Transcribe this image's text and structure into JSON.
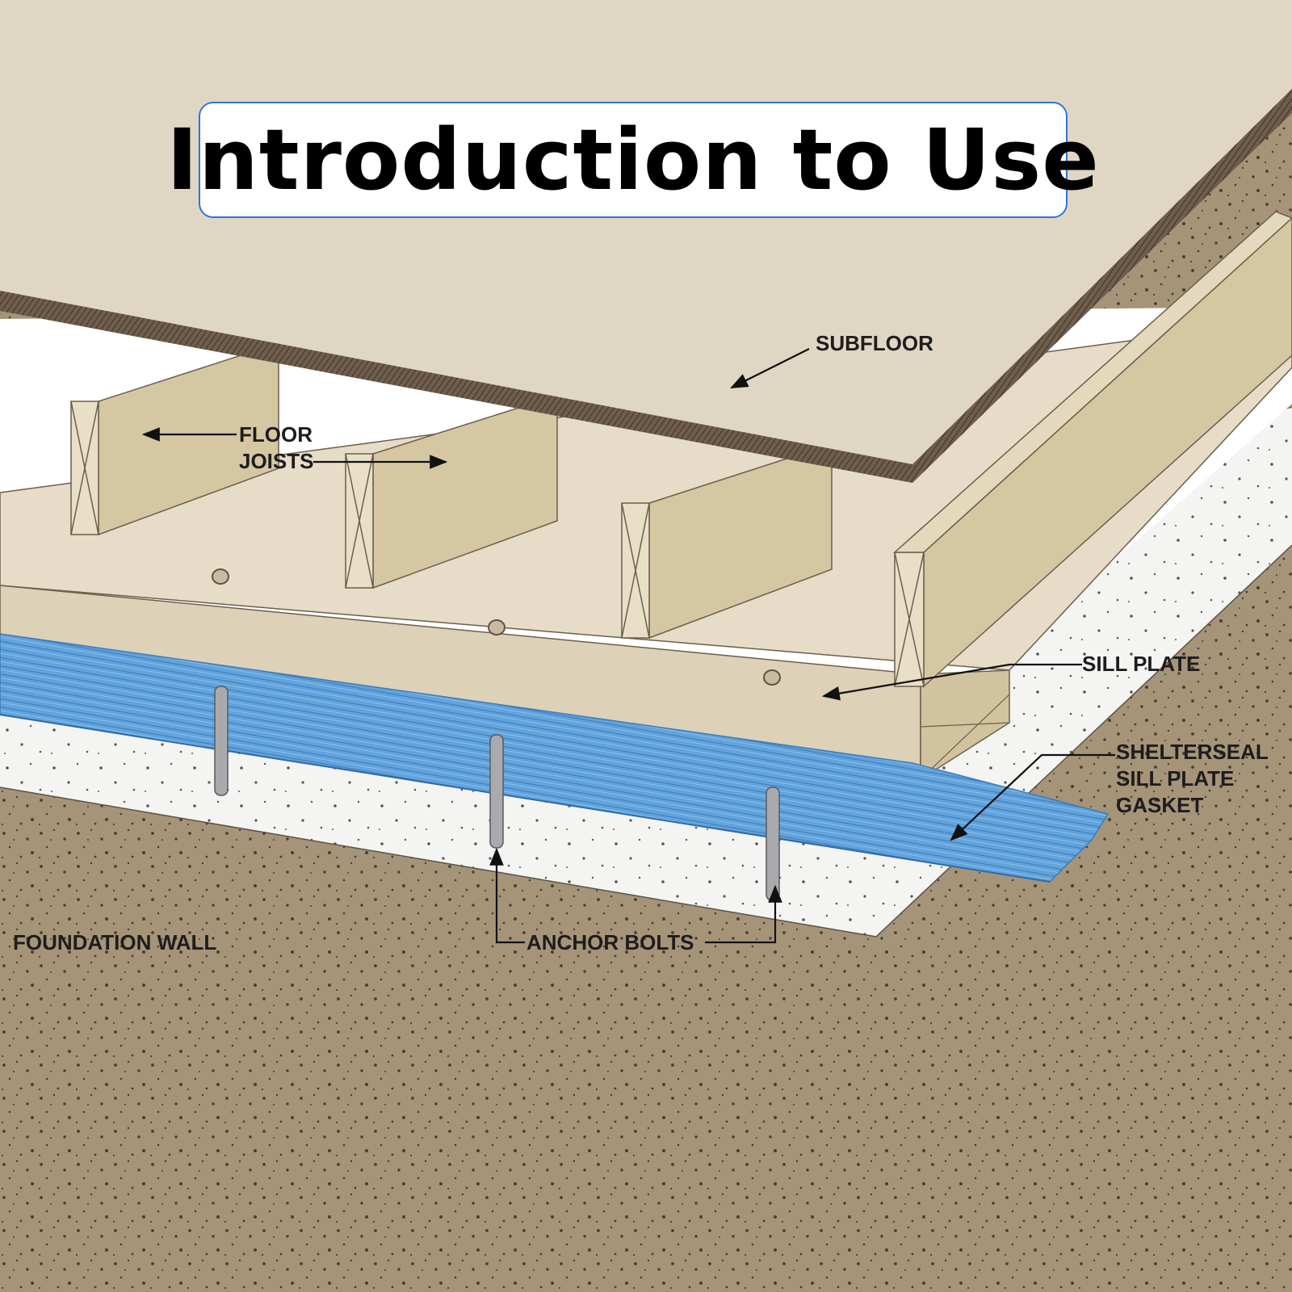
{
  "title": "Introduction to Use",
  "labels": {
    "subfloor": "SUBFLOOR",
    "floor_joists_line1": "FLOOR",
    "floor_joists_line2": "JOISTS",
    "sill_plate": "SILL PLATE",
    "gasket_line1": "SHELTERSEAL",
    "gasket_line2": "SILL PLATE",
    "gasket_line3": "GASKET",
    "foundation_wall": "FOUNDATION WALL",
    "anchor_bolts": "ANCHOR BOLTS"
  },
  "colors": {
    "title_border": "#2f76d9",
    "subfloor": "#e0d6c4",
    "joist": "#d7cba6",
    "gasket": "#5f9fd8",
    "concrete": "#f4f4f4",
    "soil": "#a69479"
  }
}
